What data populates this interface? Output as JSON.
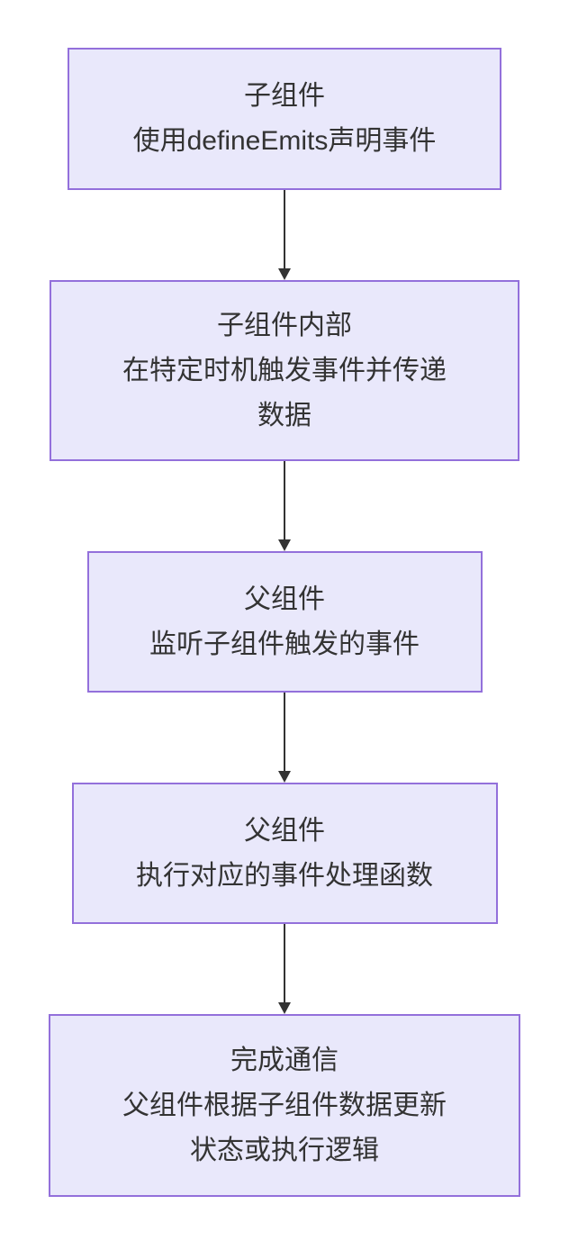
{
  "diagram": {
    "type": "flowchart",
    "direction": "top-down",
    "colors": {
      "node_fill": "#E9E8FB",
      "node_border": "#9370DB",
      "text": "#333333",
      "arrow": "#333333",
      "background": "#FFFFFF"
    },
    "nodes": [
      {
        "id": "child-declare",
        "lines": [
          "子组件",
          "使用defineEmits声明事件"
        ]
      },
      {
        "id": "child-emit",
        "lines": [
          "子组件内部",
          "在特定时机触发事件并传递",
          "数据"
        ]
      },
      {
        "id": "parent-listen",
        "lines": [
          "父组件",
          "监听子组件触发的事件"
        ]
      },
      {
        "id": "parent-handle",
        "lines": [
          "父组件",
          "执行对应的事件处理函数"
        ]
      },
      {
        "id": "communication-done",
        "lines": [
          "完成通信",
          "父组件根据子组件数据更新",
          "状态或执行逻辑"
        ]
      }
    ],
    "edges": [
      {
        "from": "child-declare",
        "to": "child-emit"
      },
      {
        "from": "child-emit",
        "to": "parent-listen"
      },
      {
        "from": "parent-listen",
        "to": "parent-handle"
      },
      {
        "from": "parent-handle",
        "to": "communication-done"
      }
    ]
  }
}
